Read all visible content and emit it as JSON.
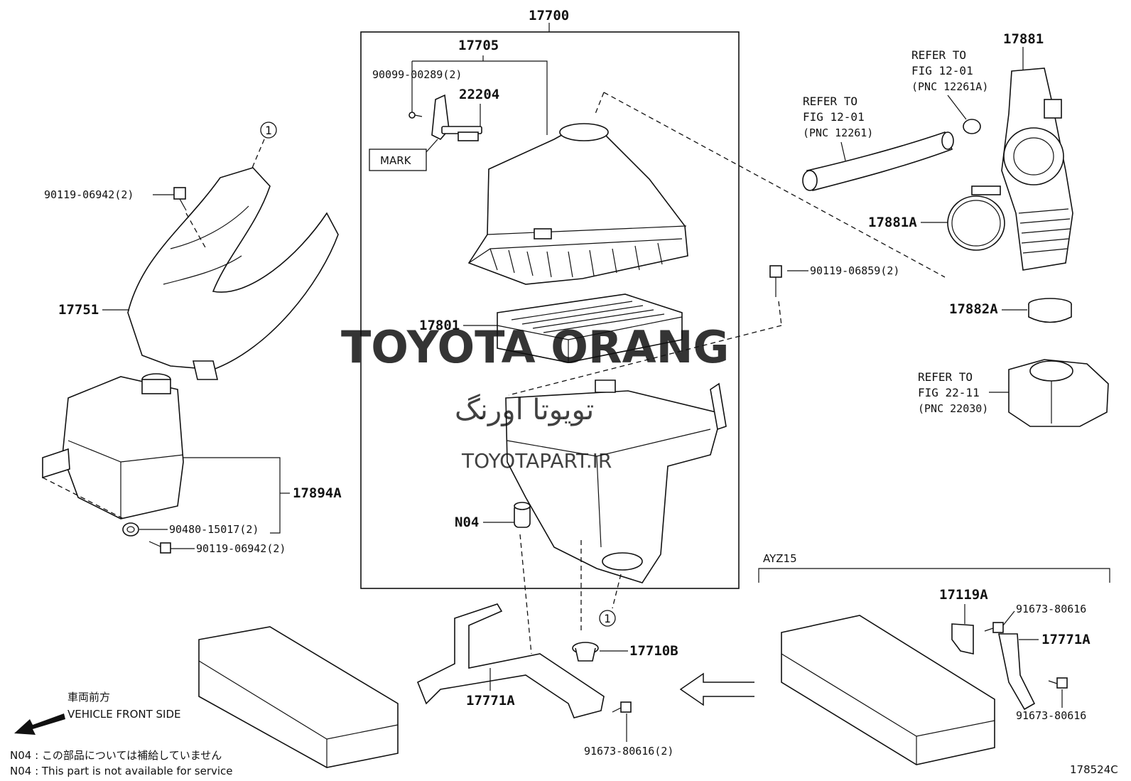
{
  "diagram_code": "178524C",
  "assembly_box_label": "17700",
  "parts": {
    "p17705": "17705",
    "p22204": "22204",
    "p90099_00289": "90099-00289(2)",
    "mark_label": "MARK",
    "p17801": "17801",
    "pN04": "N04",
    "p17710B": "17710B",
    "p17751": "17751",
    "p90119_06942_top": "90119-06942(2)",
    "p17894A": "17894A",
    "p90480_15017": "90480-15017(2)",
    "p90119_06942_bottom": "90119-06942(2)",
    "p17771A_center": "17771A",
    "p91673_80616_center": "91673-80616(2)",
    "p17881": "17881",
    "p17881A": "17881A",
    "p17882A": "17882A",
    "p90119_06859": "90119-06859(2)",
    "p17119A": "17119A",
    "p17771A_right": "17771A",
    "p91673_80616_right_top": "91673-80616",
    "p91673_80616_right_bottom": "91673-80616"
  },
  "refs": {
    "hose": {
      "line1": "REFER TO",
      "line2": "FIG 12-01",
      "line3": "(PNC 12261)"
    },
    "clip": {
      "line1": "REFER TO",
      "line2": "FIG 12-01",
      "line3": "(PNC 12261A)"
    },
    "throttle": {
      "line1": "REFER TO",
      "line2": "FIG 22-11",
      "line3": "(PNC 22030)"
    }
  },
  "callouts": {
    "circle_top": "1",
    "circle_bottom": "1"
  },
  "variant_label": "AYZ15",
  "direction": {
    "jp": "車両前方",
    "en": "VEHICLE FRONT SIDE"
  },
  "notes": {
    "jp": "N04 : この部品については補給していません",
    "en": "N04 : This part is not available for service"
  },
  "watermark": {
    "main": "TOYOTA ORANG",
    "fa": "تویوتا اورنگ",
    "url": "TOYOTAPART.IR"
  },
  "colors": {
    "watermark": "#f0a0a8",
    "line": "#111111"
  }
}
